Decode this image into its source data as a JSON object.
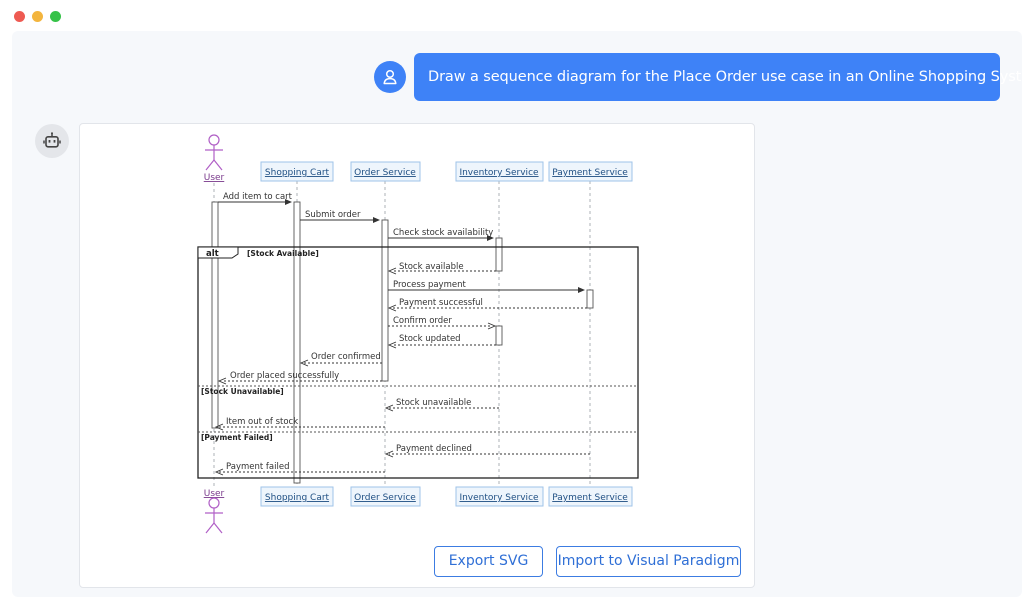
{
  "prompt": {
    "text": "Draw a sequence diagram for the Place Order use case in an Online Shopping System."
  },
  "icons": {
    "user_avatar": "user-icon",
    "bot_avatar": "robot-icon"
  },
  "colors": {
    "accent": "#3e82f7",
    "button_text": "#2f6fd6",
    "actor": "#b05fc6",
    "participant_fill": "#eef5fc",
    "participant_border": "#9fc3e8"
  },
  "diagram": {
    "participants": [
      "User",
      "Shopping Cart",
      "Order Service",
      "Inventory Service",
      "Payment Service"
    ],
    "fragment": {
      "operator": "alt",
      "guards": [
        "[Stock Available]",
        "[Stock Unavailable]",
        "[Payment Failed]"
      ]
    },
    "messages": [
      "Add item to cart",
      "Submit order",
      "Check stock availability",
      "Stock available",
      "Process payment",
      "Payment successful",
      "Confirm order",
      "Stock updated",
      "Order confirmed",
      "Order placed successfully",
      "Stock unavailable",
      "Item out of stock",
      "Payment declined",
      "Payment failed"
    ]
  },
  "actions": {
    "export_label": "Export SVG",
    "import_label": "Import to Visual Paradigm"
  }
}
